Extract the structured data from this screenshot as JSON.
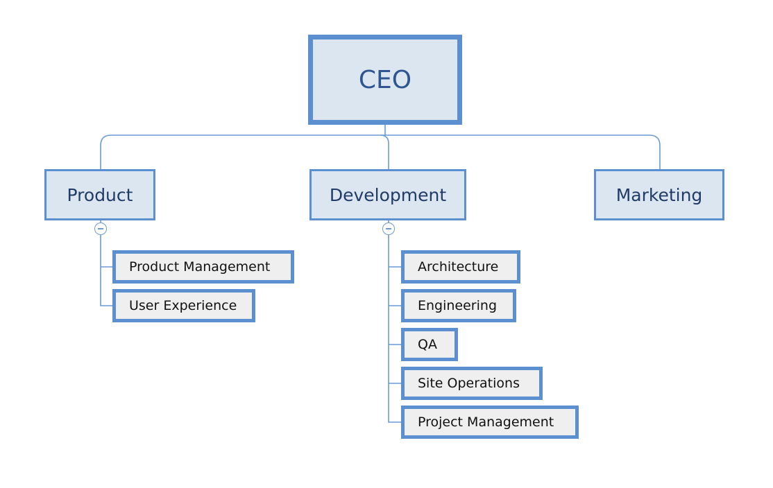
{
  "colors": {
    "line": "#6a9ad6",
    "node_border": "#5b8fd0",
    "node_fill": "#dce6f1",
    "leaf_fill": "#efefef",
    "root_text": "#2f5590",
    "dept_text": "#1f3b66"
  },
  "org_chart": {
    "root": {
      "label": "CEO"
    },
    "departments": [
      {
        "label": "Product",
        "collapse_icon": "minus-circle-icon",
        "children": [
          {
            "label": "Product Management"
          },
          {
            "label": "User Experience"
          }
        ]
      },
      {
        "label": "Development",
        "collapse_icon": "minus-circle-icon",
        "children": [
          {
            "label": "Architecture"
          },
          {
            "label": "Engineering"
          },
          {
            "label": "QA"
          },
          {
            "label": "Site Operations"
          },
          {
            "label": "Project Management"
          }
        ]
      },
      {
        "label": "Marketing",
        "children": []
      }
    ]
  }
}
